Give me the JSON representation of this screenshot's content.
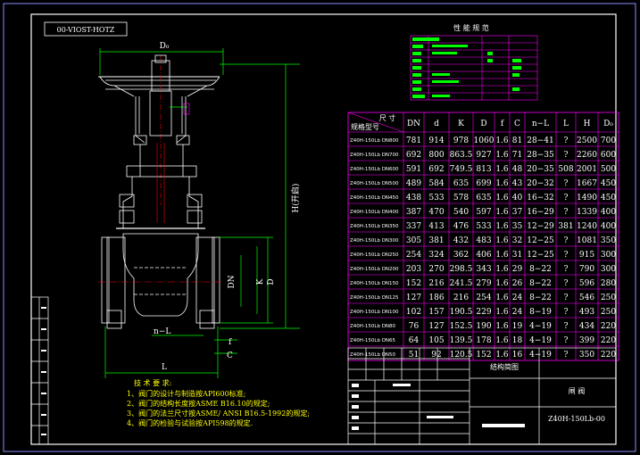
{
  "drawing": {
    "code_box": "00-VIOST-HOTZ",
    "performance_title": "性 能 规 范",
    "struct_title": "结构简图",
    "part_name": "闸 阀",
    "drawing_no": "Z40H-150Lb-00",
    "notes_title": "技 术 要 求:",
    "notes": [
      "1、阀门的设计与制造按API600标准;",
      "2、阀门的结构长度按ASME B16.10的规定;",
      "3、阀门的法兰尺寸按ASME/ ANSI B16.5-1992的规定;",
      "4、阀门的检验与试验按API598的规定."
    ],
    "dims": {
      "Do": "D₀",
      "H": "H(开启)",
      "DN": "DN",
      "K": "K",
      "D": "D",
      "L": "L",
      "nL": "n−L",
      "f": "f",
      "C": "C"
    }
  },
  "table": {
    "header_top": "尺 寸",
    "header_left": "规格型号",
    "columns": [
      "DN",
      "d",
      "K",
      "D",
      "f",
      "C",
      "n−L",
      "L",
      "H",
      "D₀"
    ],
    "rows": [
      {
        "model": "Z40H-150Lb  DN800",
        "vals": [
          "781",
          "914",
          "978",
          "1060",
          "1.6",
          "81",
          "28−41",
          "?",
          "2500",
          "700"
        ]
      },
      {
        "model": "Z40H-150Lb  DN700",
        "vals": [
          "692",
          "800",
          "863.5",
          "927",
          "1.6",
          "71",
          "28−35",
          "?",
          "2260",
          "600"
        ]
      },
      {
        "model": "Z40H-150Lb  DN600",
        "vals": [
          "591",
          "692",
          "749.5",
          "813",
          "1.6",
          "48",
          "20−35",
          "508",
          "2001",
          "500"
        ]
      },
      {
        "model": "Z40H-150Lb  DN500",
        "vals": [
          "489",
          "584",
          "635",
          "699",
          "1.6",
          "43",
          "20−32",
          "?",
          "1667",
          "450"
        ]
      },
      {
        "model": "Z40H-150Lb  DN450",
        "vals": [
          "438",
          "533",
          "578",
          "635",
          "1.6",
          "40",
          "16−32",
          "?",
          "1490",
          "450"
        ]
      },
      {
        "model": "Z40H-150Lb  DN400",
        "vals": [
          "387",
          "470",
          "540",
          "597",
          "1.6",
          "37",
          "16−29",
          "?",
          "1339",
          "400"
        ]
      },
      {
        "model": "Z40H-150Lb  DN350",
        "vals": [
          "337",
          "413",
          "476",
          "533",
          "1.6",
          "35",
          "12−29",
          "381",
          "1240",
          "400"
        ]
      },
      {
        "model": "Z40H-150Lb  DN300",
        "vals": [
          "305",
          "381",
          "432",
          "483",
          "1.6",
          "32",
          "12−25",
          "?",
          "1081",
          "350"
        ]
      },
      {
        "model": "Z40H-150Lb  DN250",
        "vals": [
          "254",
          "324",
          "362",
          "406",
          "1.6",
          "31",
          "12−25",
          "?",
          "915",
          "300"
        ]
      },
      {
        "model": "Z40H-150Lb  DN200",
        "vals": [
          "203",
          "270",
          "298.5",
          "343",
          "1.6",
          "29",
          "8−22",
          "?",
          "790",
          "300"
        ]
      },
      {
        "model": "Z40H-150Lb  DN150",
        "vals": [
          "152",
          "216",
          "241.5",
          "279",
          "1.6",
          "26",
          "8−22",
          "?",
          "596",
          "280"
        ]
      },
      {
        "model": "Z40H-150Lb  DN125",
        "vals": [
          "127",
          "186",
          "216",
          "254",
          "1.6",
          "24",
          "8−22",
          "?",
          "546",
          "250"
        ]
      },
      {
        "model": "Z40H-150Lb  DN100",
        "vals": [
          "102",
          "157",
          "190.5",
          "229",
          "1.6",
          "24",
          "8−19",
          "?",
          "493",
          "250"
        ]
      },
      {
        "model": "Z40H-150Lb  DN80",
        "vals": [
          "76",
          "127",
          "152.5",
          "190",
          "1.6",
          "19",
          "4−19",
          "?",
          "434",
          "220"
        ]
      },
      {
        "model": "Z40H-150Lb  DN65",
        "vals": [
          "64",
          "105",
          "139.5",
          "178",
          "1.6",
          "18",
          "4−19",
          "?",
          "399",
          "220"
        ]
      },
      {
        "model": "Z40H-150Lb  DN50",
        "vals": [
          "51",
          "92",
          "120.5",
          "152",
          "1.6",
          "16",
          "4−19",
          "?",
          "350",
          "220"
        ]
      }
    ]
  },
  "colors": {
    "frame": "#8a8aff",
    "border": "#ffffff",
    "grid": "#ff00ff",
    "green": "#00ff00",
    "yellow": "#ffff00",
    "body": "#ffffff"
  }
}
